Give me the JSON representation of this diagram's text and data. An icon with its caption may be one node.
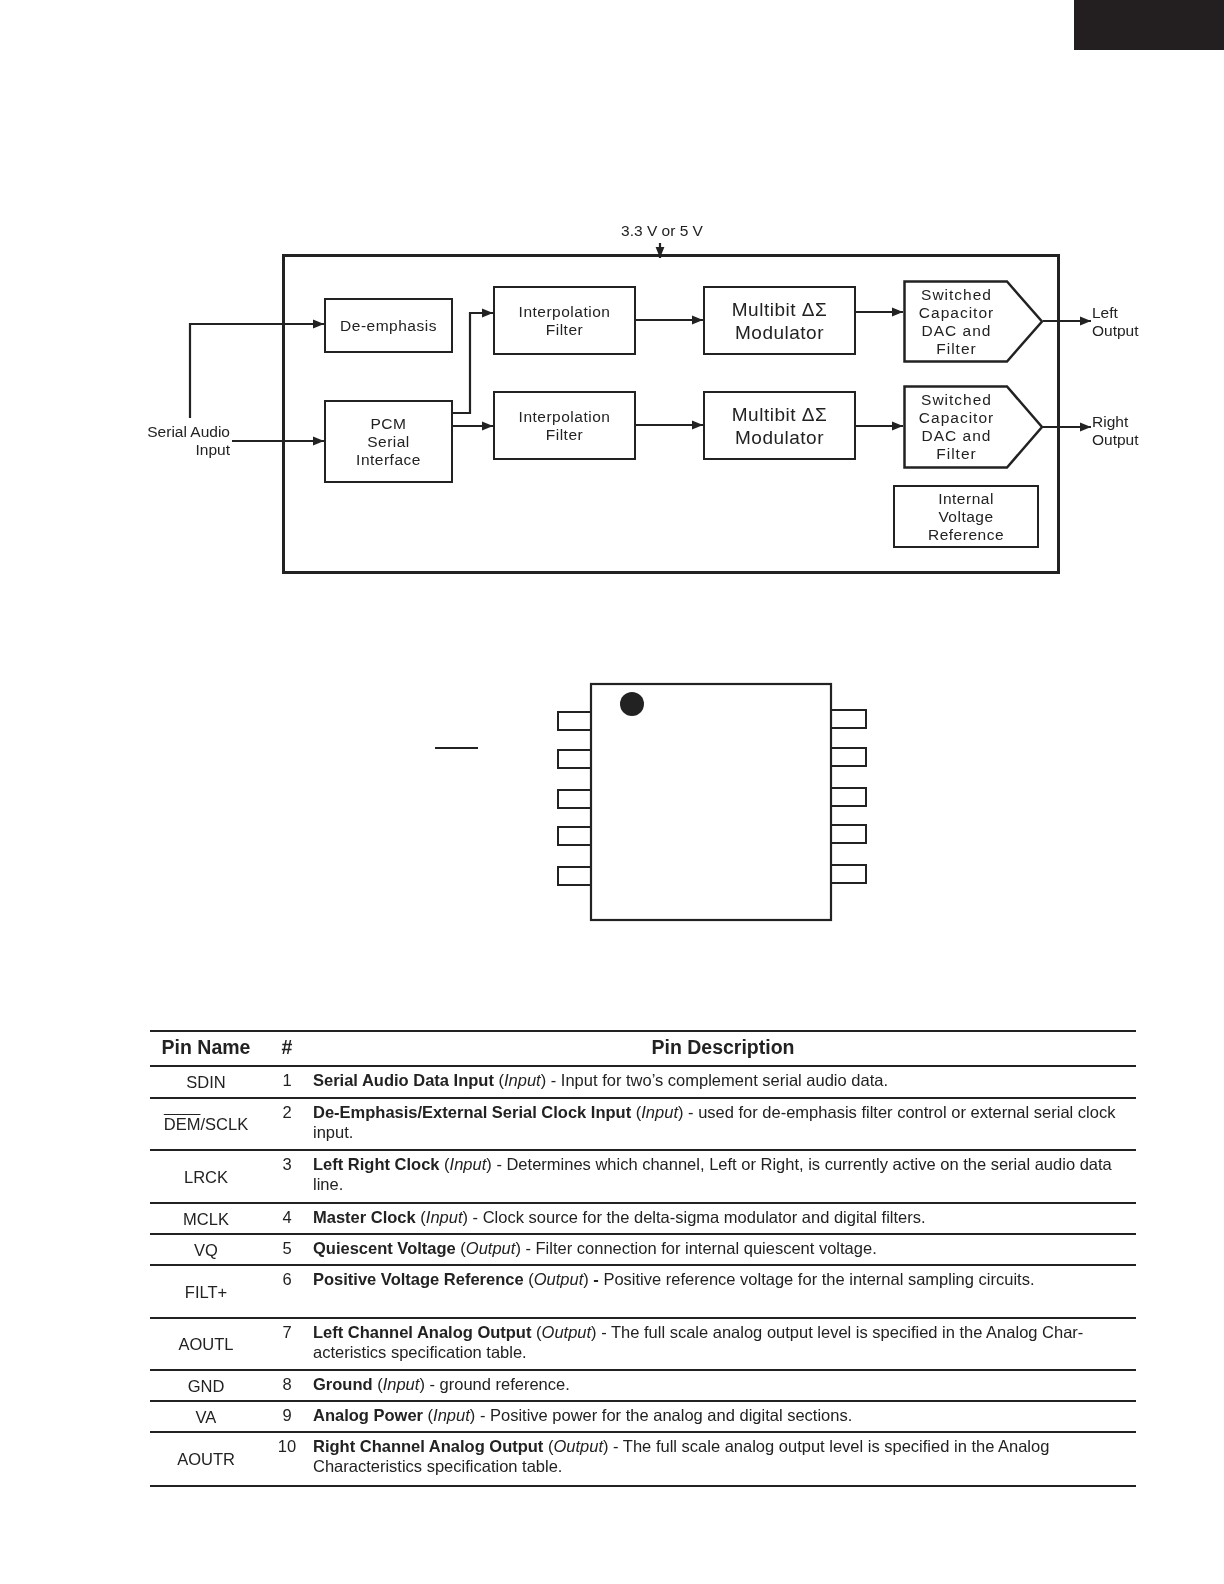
{
  "diagram": {
    "nodes": [
      {
        "text": [],
        "shape": "box"
      },
      {
        "text": [
          "3.3 V or 5 V"
        ]
      },
      {
        "text": [
          "Serial Audio Input"
        ]
      },
      {
        "text": [
          "De-emphasis"
        ],
        "in": 0
      },
      {
        "text": [
          "Interpolation Filter"
        ],
        "in": 0
      },
      {
        "text": [
          "Multibit ΔΣ Modulator"
        ],
        "in": 0
      },
      {
        "text": [
          "Switched Capacitor DAC and Filter"
        ],
        "in": 0
      },
      {
        "text": [
          "PCM Serial Interface"
        ],
        "in": 0
      },
      {
        "text": [
          "Interpolation Filter"
        ],
        "in": 0
      },
      {
        "text": [
          "Multibit ΔΣ Modulator"
        ],
        "in": 0
      },
      {
        "text": [
          "Switched Capacitor DAC and Filter"
        ],
        "in": 0
      },
      {
        "text": [
          "Internal Voltage Reference"
        ],
        "in": 0
      },
      {
        "text": [
          "Left Output"
        ]
      },
      {
        "text": [
          "Right Output"
        ]
      }
    ],
    "edges": [
      {
        "from": 1,
        "to": 0,
        "arrow": "to"
      },
      {
        "from": 2,
        "to": 3,
        "arrow": "to"
      },
      {
        "from": 2,
        "to": 7,
        "arrow": "to"
      },
      {
        "from": 7,
        "to": 4,
        "arrow": "to"
      },
      {
        "from": 7,
        "to": 8,
        "arrow": "to"
      },
      {
        "from": 4,
        "to": 5,
        "arrow": "to"
      },
      {
        "from": 8,
        "to": 9,
        "arrow": "to"
      },
      {
        "from": 5,
        "to": 6,
        "arrow": "to"
      },
      {
        "from": 9,
        "to": 10,
        "arrow": "to"
      },
      {
        "from": 6,
        "to": 12,
        "arrow": "to"
      },
      {
        "from": 10,
        "to": 13,
        "arrow": "to"
      }
    ],
    "labels": [
      "Pin Name",
      "#",
      "Pin Description",
      "SDIN",
      "1",
      "**Serial Audio Data Input** (*Input*) - Input for two’s complement serial audio data.",
      "DEM/SCLK",
      "2",
      "**De-Emphasis/External Serial Clock Input** (*Input*) - used for de-emphasis filter control or external serial clock input.",
      "LRCK",
      "3",
      "**Left Right Clock** (*Input*) - Determines which channel, Left or Right, is currently active on the serial audio data line.",
      "MCLK",
      "4",
      "**Master Clock** (*Input*) - Clock source for the delta-sigma modulator and digital filters.",
      "VQ",
      "5",
      "**Quiescent Voltage** (*Output*) - Filter connection for internal quiescent voltage.",
      "FILT+",
      "6",
      "**Positive Voltage Reference** (*Output*) **-** Positive reference voltage for the internal sampling circuits.",
      "AOUTL",
      "7",
      "**Left Channel Analog Output** (*Output*) - The full scale analog output level is specified in the Analog Char-acteristics specification table.",
      "GND",
      "8",
      "**Ground** (*Input*) - ground reference.",
      "VA",
      "9",
      "**Analog Power** (*Input*) - Positive power for the analog and digital sections.",
      "AOUTR",
      "10",
      "**Right Channel Analog Output** (*Output*) - The full scale analog output level is specified in the Analog Characteristics specification table."
    ]
  }
}
